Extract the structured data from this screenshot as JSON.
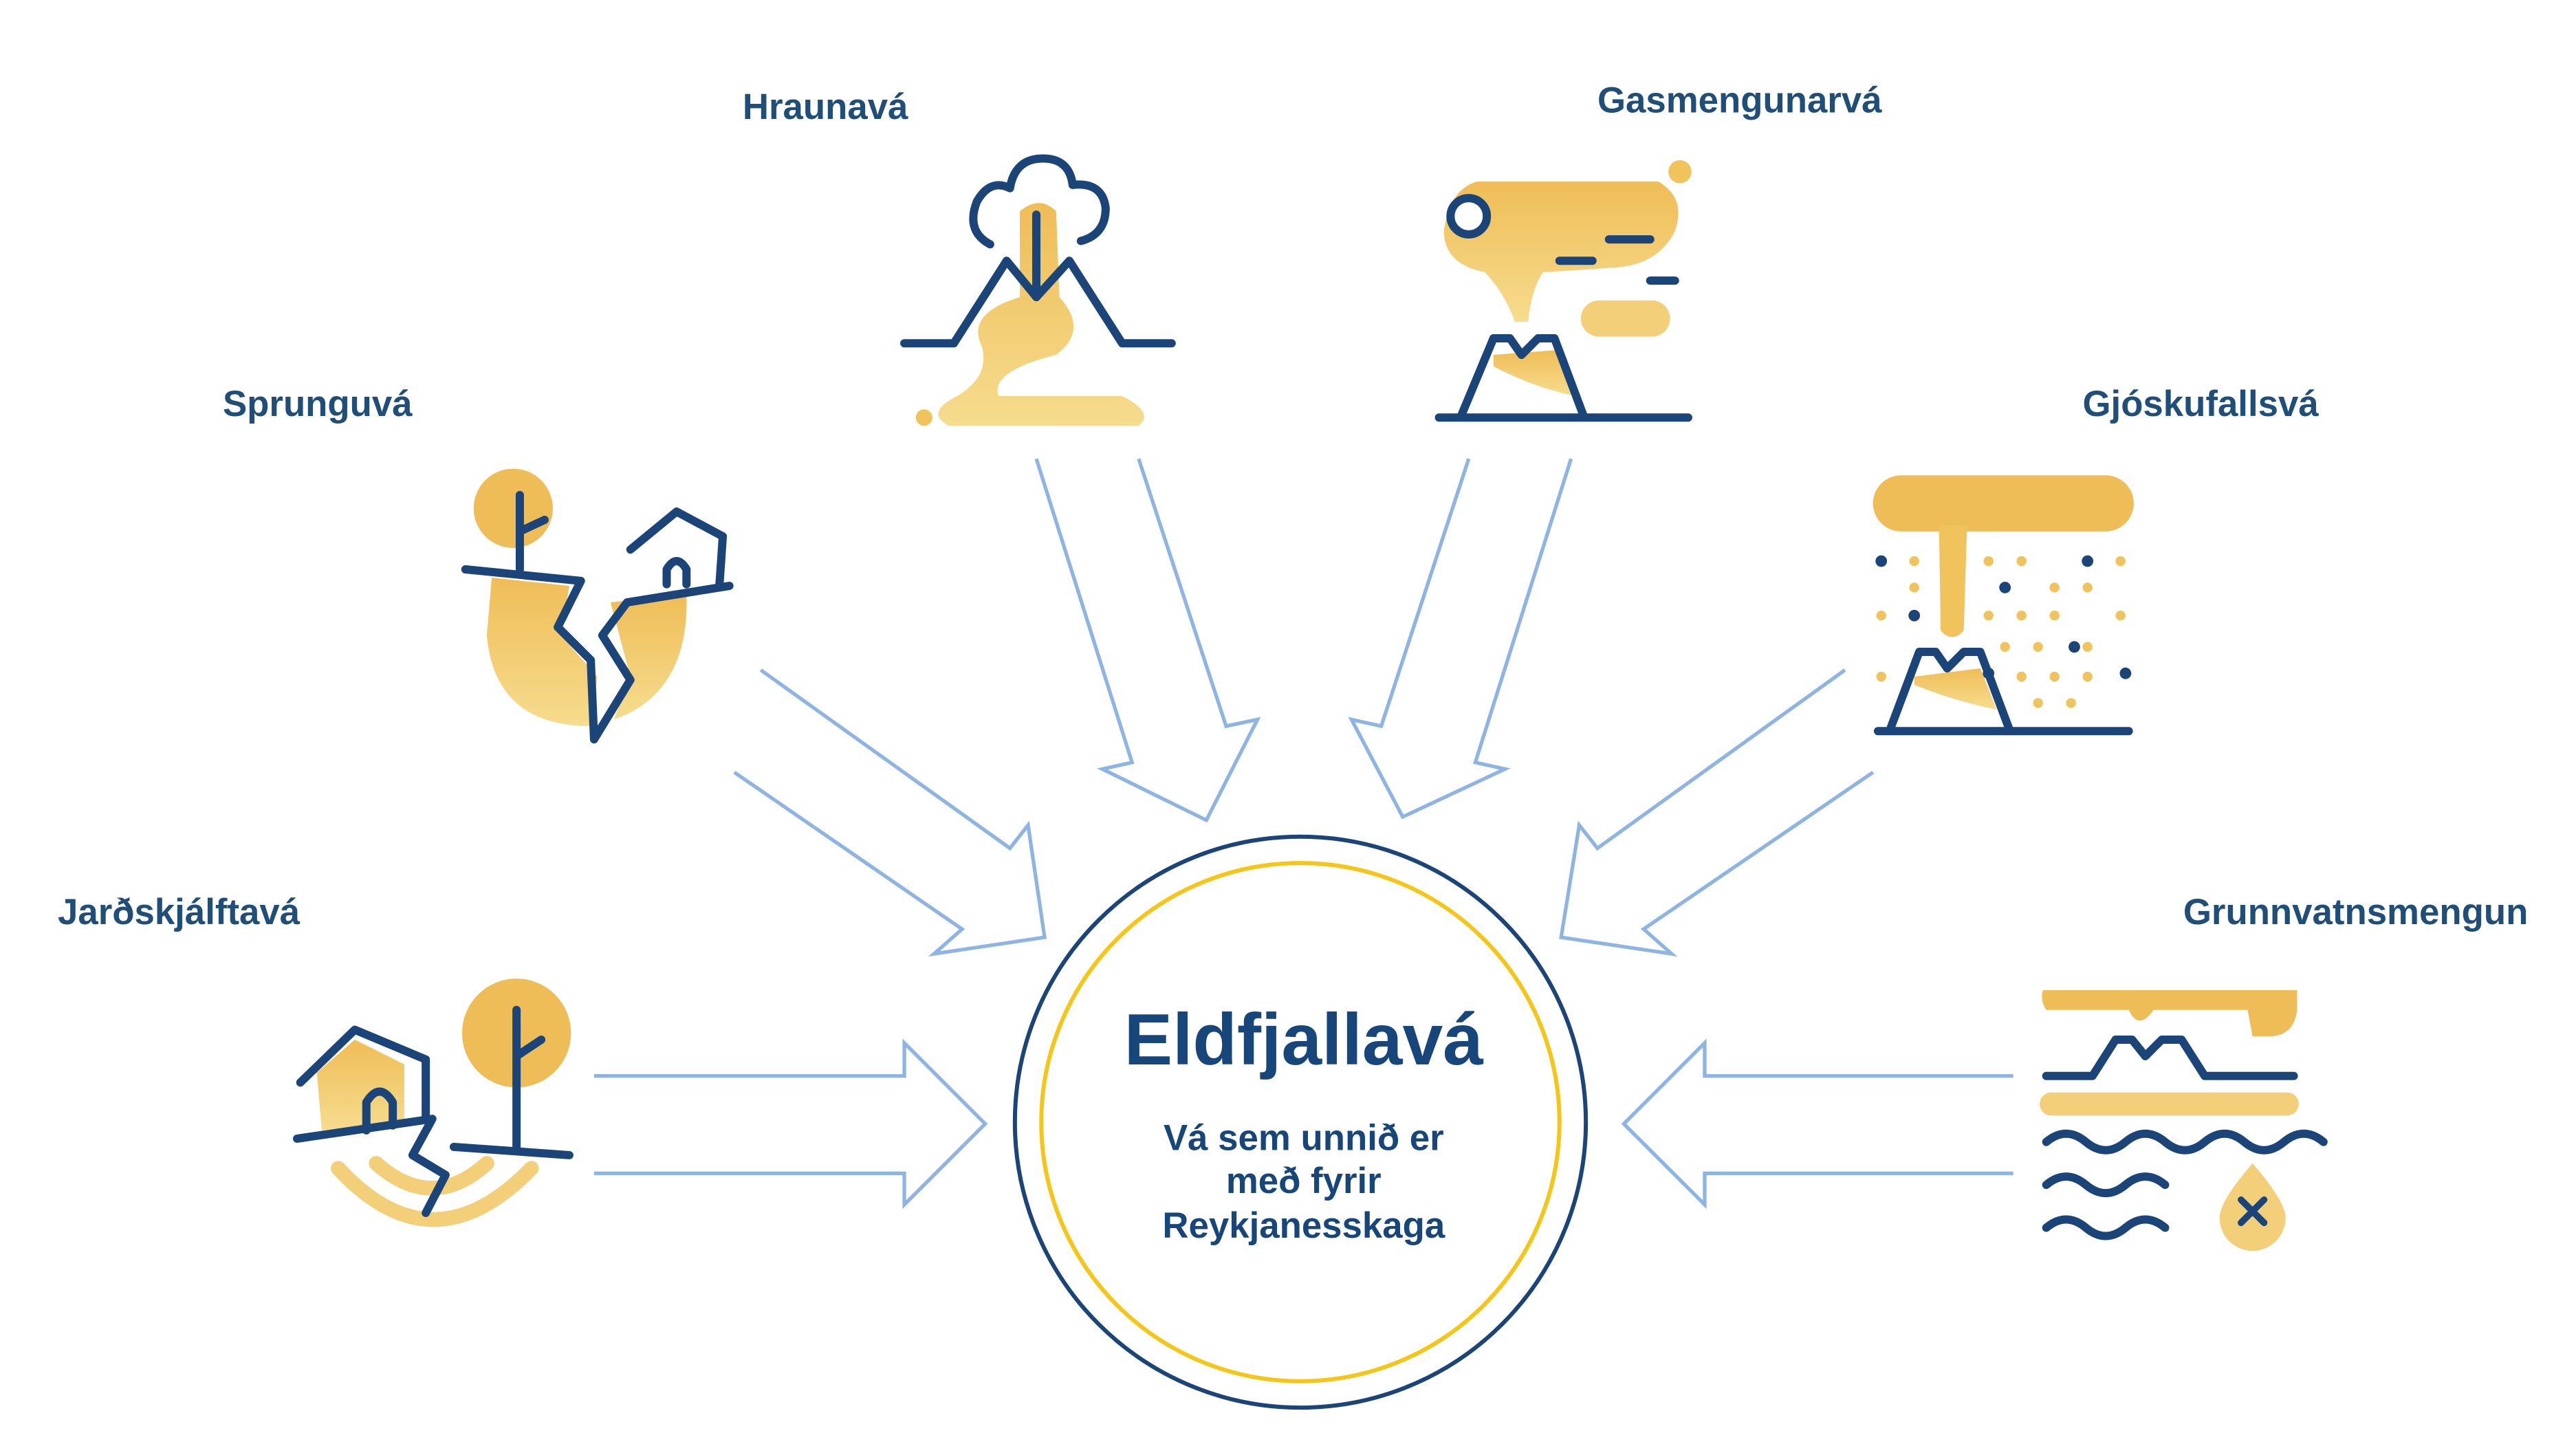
{
  "center": {
    "title": "Eldfjallavá",
    "subtitle_lines": [
      "Vá sem unnið er",
      "með fyrir",
      "Reykjanesskaga"
    ]
  },
  "hazards": [
    {
      "label": "Hraunavá",
      "icon": "lava-volcano-icon"
    },
    {
      "label": "Gasmengunarvá",
      "icon": "gas-pollution-icon"
    },
    {
      "label": "Sprunguvá",
      "icon": "fissure-icon"
    },
    {
      "label": "Gjóskufallsvá",
      "icon": "ashfall-icon"
    },
    {
      "label": "Jarðskjálftavá",
      "icon": "earthquake-icon"
    },
    {
      "label": "Grunnvatnsmengun",
      "icon": "groundwater-pollution-icon"
    }
  ],
  "colors": {
    "navy": "#1b4478",
    "yellow": "#f0c35c",
    "arrow": "#8db4e2",
    "ring": "#f5c518"
  }
}
